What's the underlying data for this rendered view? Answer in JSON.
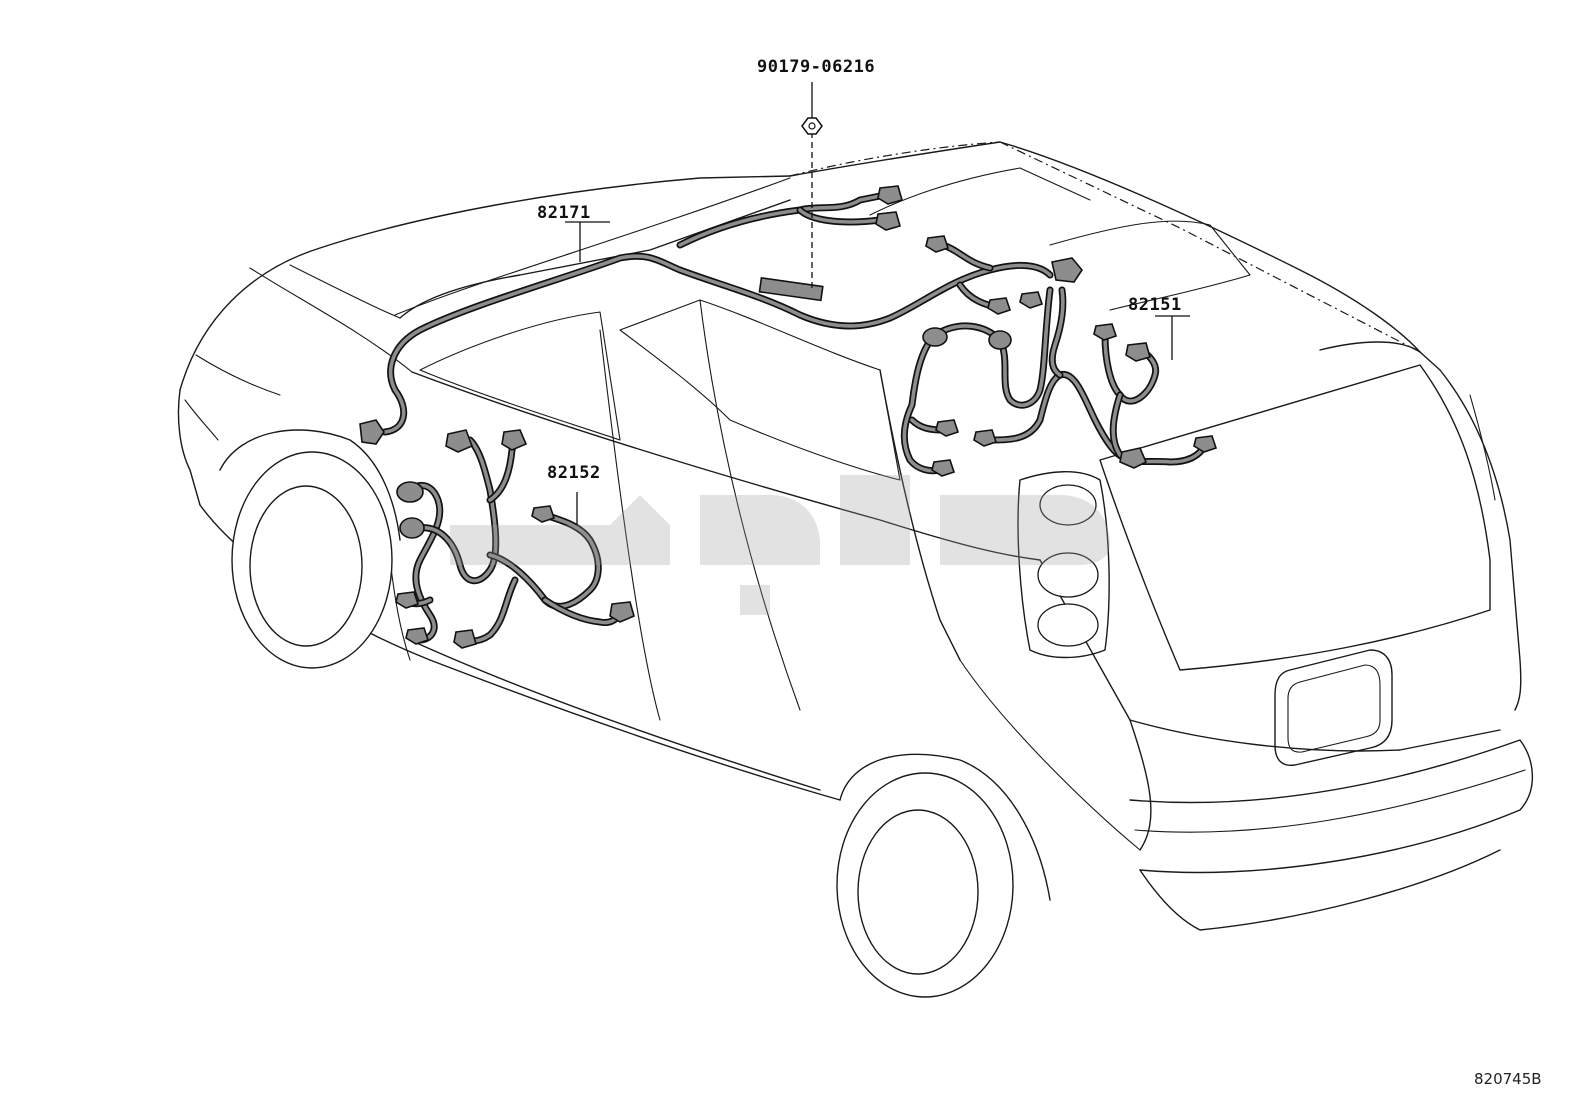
{
  "labels": {
    "bolt_part": "90179-06216",
    "roof_harness": "82171",
    "front_door_harness": "82152",
    "rear_harness": "82151"
  },
  "drawing_code": "820745B",
  "colors": {
    "line": "#1a1a1a",
    "harness_fill": "#8d8d8d",
    "watermark": "#9a9a9a"
  }
}
